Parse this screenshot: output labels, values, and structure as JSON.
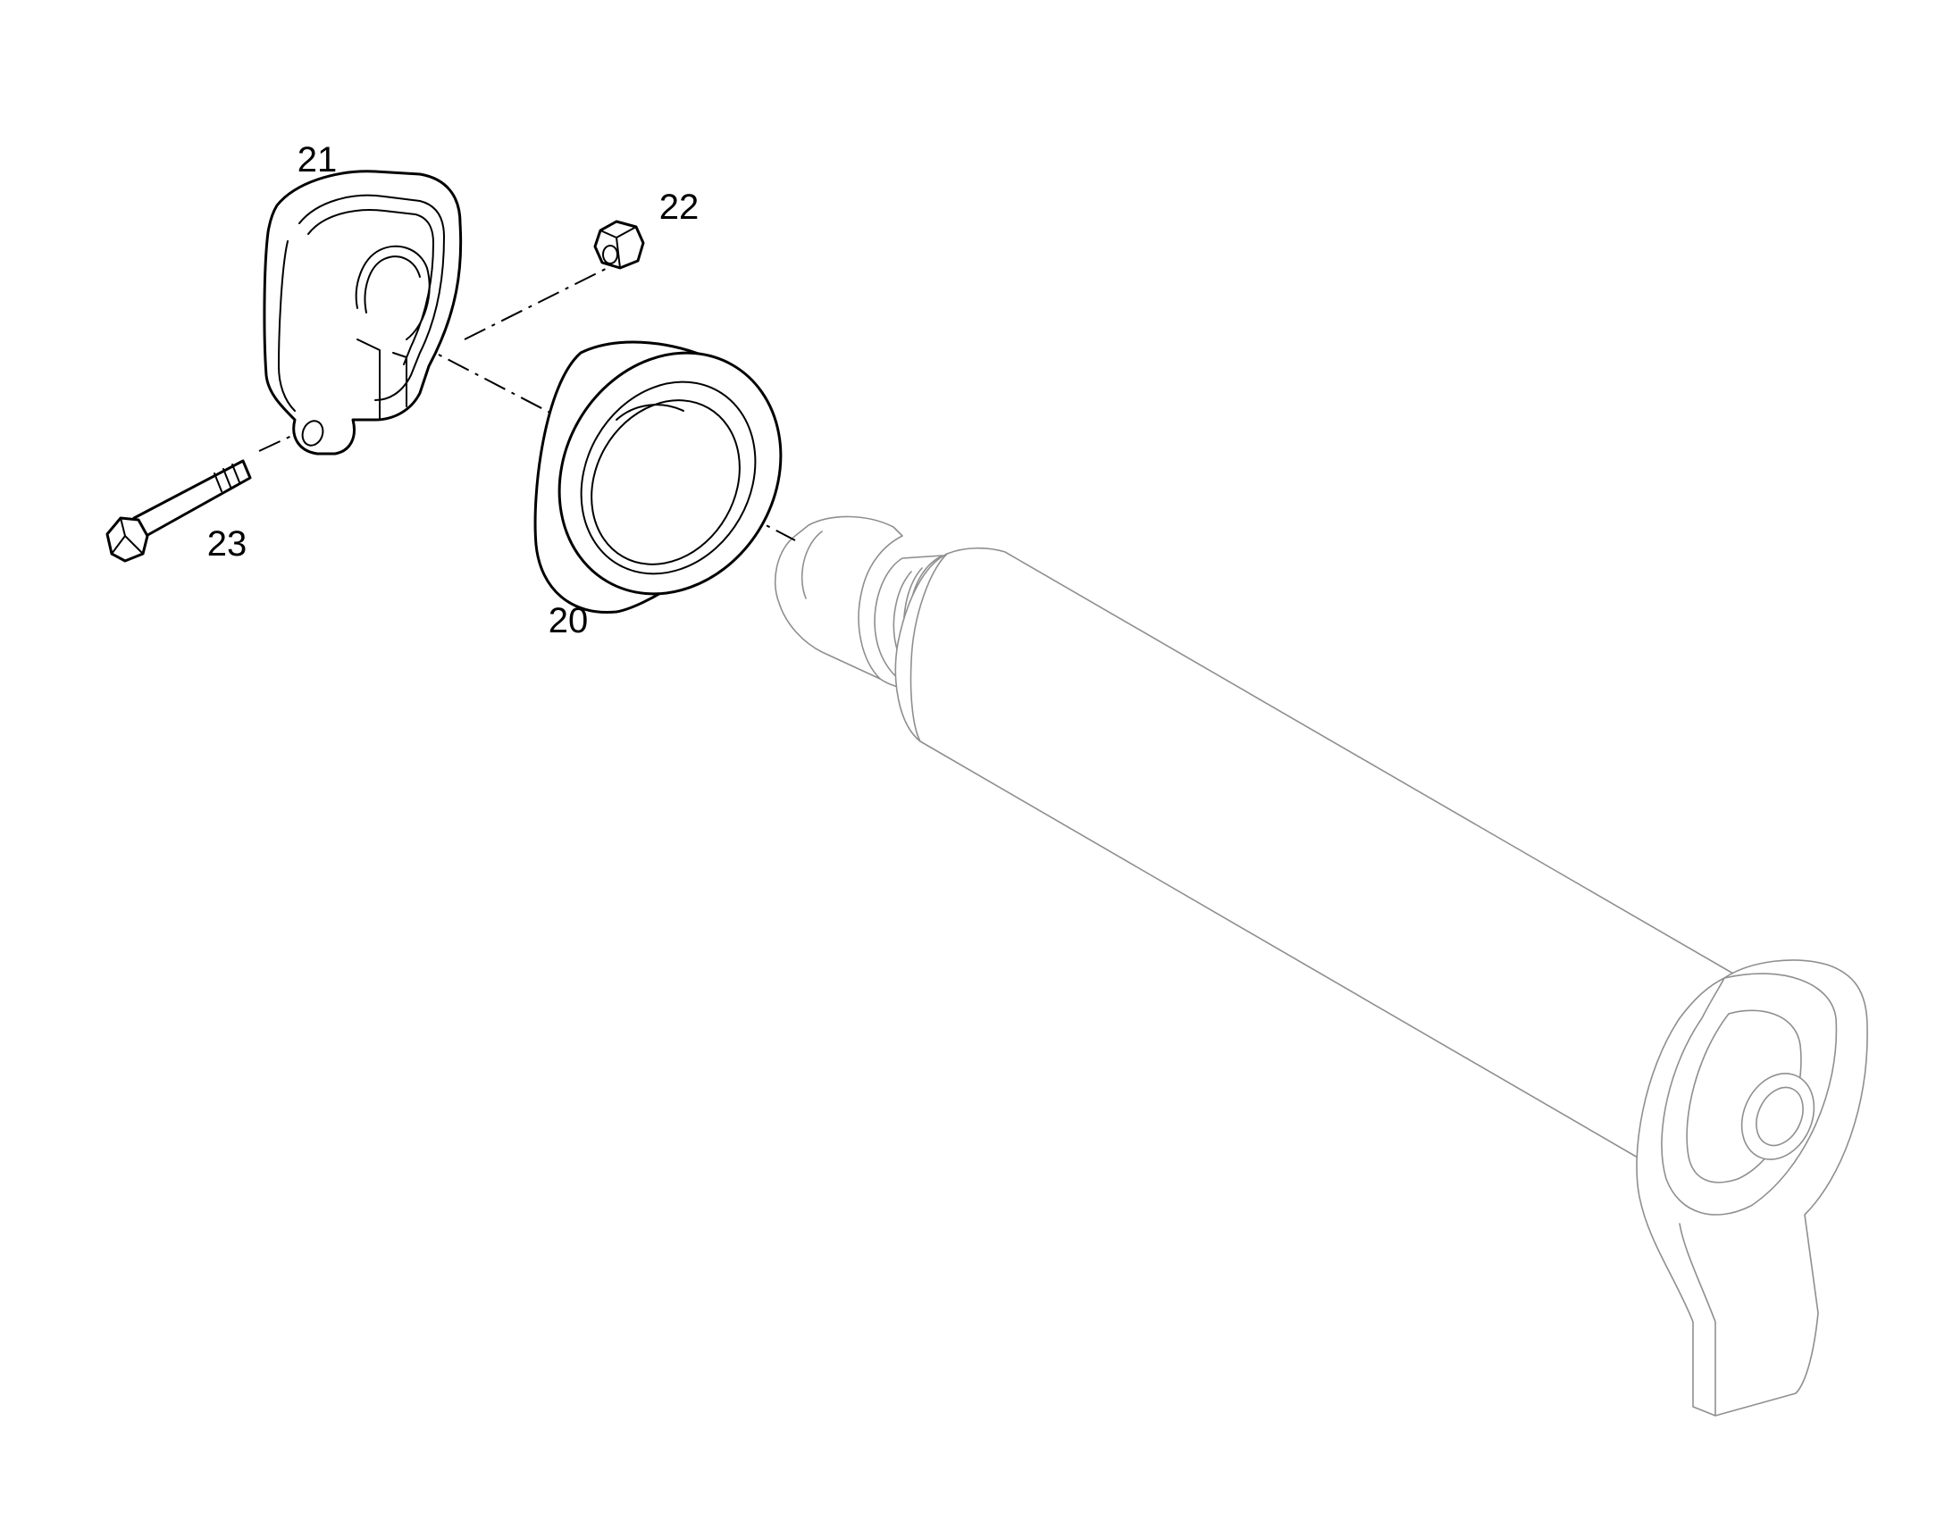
{
  "labels": {
    "part_20": "20",
    "part_21": "21",
    "part_22": "22",
    "part_23": "23"
  },
  "colors": {
    "line": "#000000",
    "ghost_line": "#8f8f8f",
    "background": "#ffffff"
  }
}
